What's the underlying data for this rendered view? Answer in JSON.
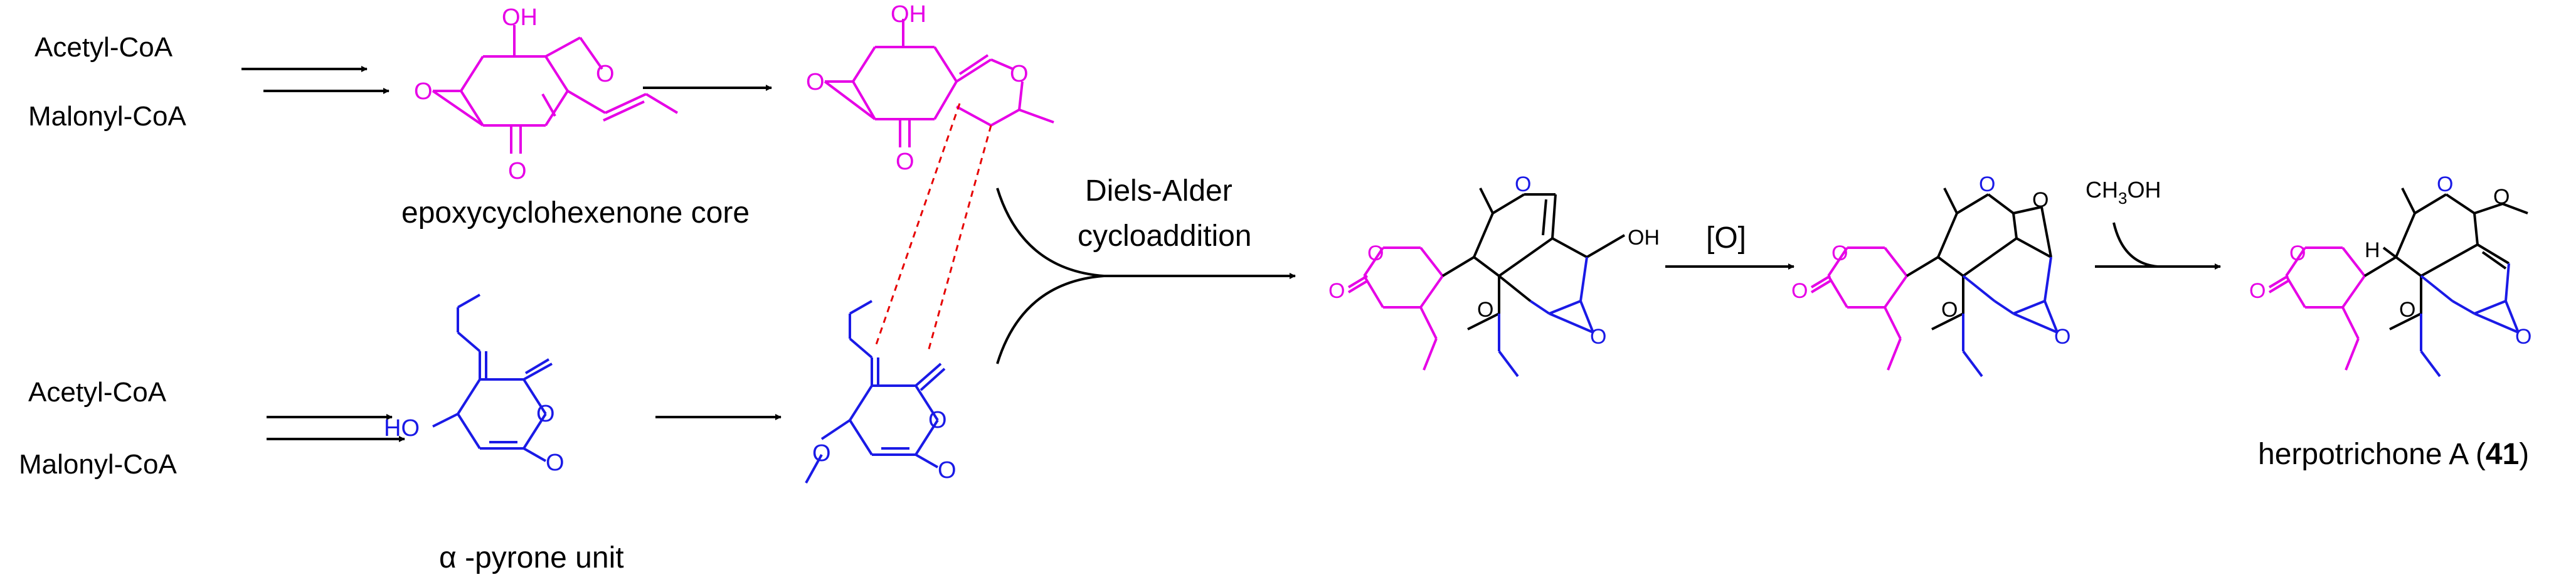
{
  "colors": {
    "epoxy_unit": "#e600e6",
    "pyrone_unit": "#1a1ae6",
    "new_bonds": "#000000",
    "arrow": "#000000",
    "dashed_overlay": "#e60000"
  },
  "labels": {
    "top_start_1": "Acetyl-CoA",
    "top_start_2": "Malonyl-CoA",
    "bottom_start_1": "Acetyl-CoA",
    "bottom_start_2": "Malonyl-CoA",
    "core_name": "epoxycyclohexenone core",
    "pyrone_greek": "α",
    "pyrone_name": " -pyrone unit",
    "da_line1": "Diels-Alder",
    "da_line2": "cycloaddition",
    "oxidation": "[O]",
    "methanol": "CH",
    "methanol_sub": "3",
    "methanol_end": "OH",
    "product_name": "herpotrichone A (",
    "product_number": "41",
    "product_close": ")"
  },
  "atoms": {
    "oh": "OH",
    "o": "O",
    "ho": "HO",
    "h": "H"
  }
}
